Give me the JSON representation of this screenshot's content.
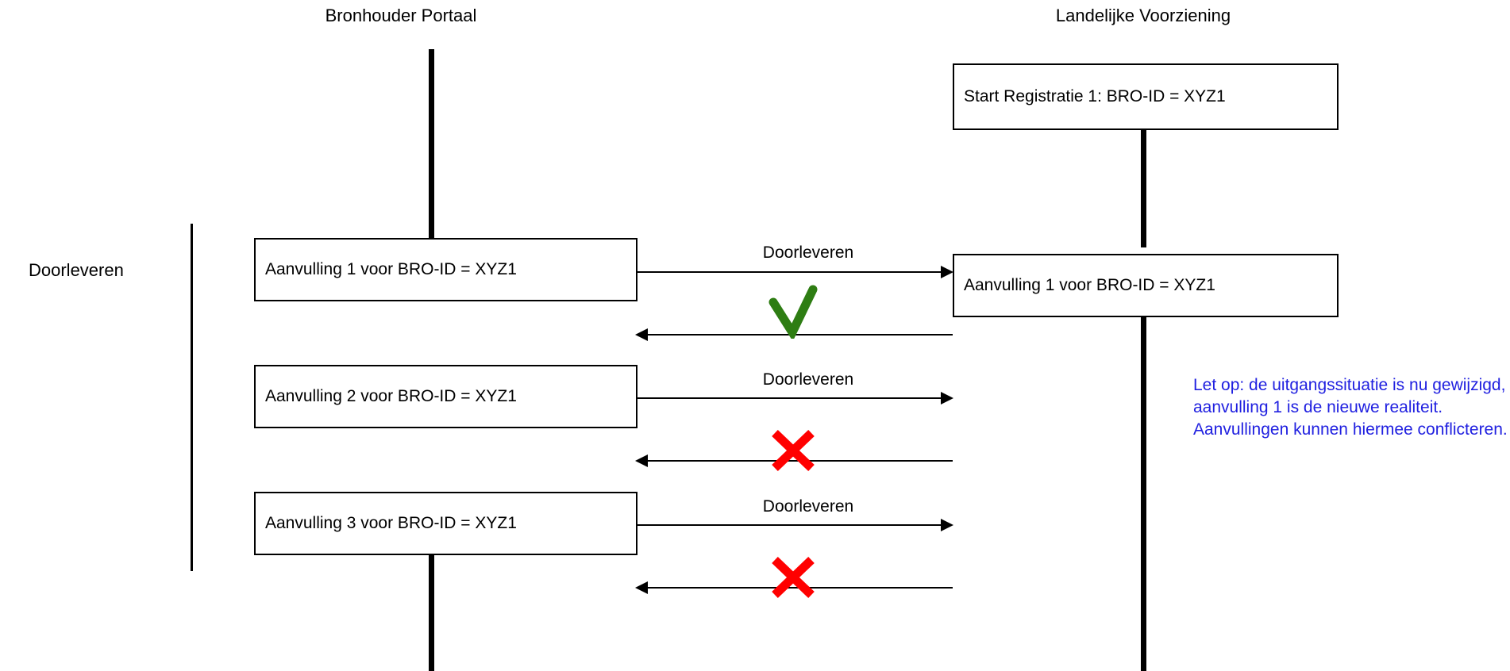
{
  "diagram": {
    "type": "sequence-diagram",
    "background_color": "#ffffff",
    "line_color": "#000000",
    "ok_color": "#2e7d13",
    "fail_color": "#ff0000",
    "note_color": "#2020e0"
  },
  "columns": [
    {
      "id": "bronhouder",
      "title": "Bronhouder Portaal"
    },
    {
      "id": "landelijke",
      "title": "Landelijke Voorziening"
    }
  ],
  "group": {
    "label": "Doorleveren"
  },
  "right_boxes": [
    {
      "id": "start-registratie",
      "label": "Start Registratie 1: BRO-ID = XYZ1"
    },
    {
      "id": "aanvulling-1-lv",
      "label": "Aanvulling 1 voor BRO-ID = XYZ1"
    }
  ],
  "left_boxes": [
    {
      "id": "aanvulling-1",
      "label": "Aanvulling 1 voor BRO-ID = XYZ1"
    },
    {
      "id": "aanvulling-2",
      "label": "Aanvulling 2 voor BRO-ID = XYZ1"
    },
    {
      "id": "aanvulling-3",
      "label": "Aanvulling 3 voor BRO-ID = XYZ1"
    }
  ],
  "messages": [
    {
      "id": "msg-1-out",
      "label": "Doorleveren",
      "direction": "right"
    },
    {
      "id": "msg-1-back",
      "label": "",
      "direction": "left",
      "status": "ok",
      "status_icon": "check-icon"
    },
    {
      "id": "msg-2-out",
      "label": "Doorleveren",
      "direction": "right"
    },
    {
      "id": "msg-2-back",
      "label": "",
      "direction": "left",
      "status": "fail",
      "status_icon": "cross-icon"
    },
    {
      "id": "msg-3-out",
      "label": "Doorleveren",
      "direction": "right"
    },
    {
      "id": "msg-3-back",
      "label": "",
      "direction": "left",
      "status": "fail",
      "status_icon": "cross-icon"
    }
  ],
  "note": {
    "text": "Let op: de uitgangssituatie is nu gewijzigd, aanvulling 1 is de nieuwe realiteit. Aanvullingen kunnen hiermee conflicteren."
  }
}
